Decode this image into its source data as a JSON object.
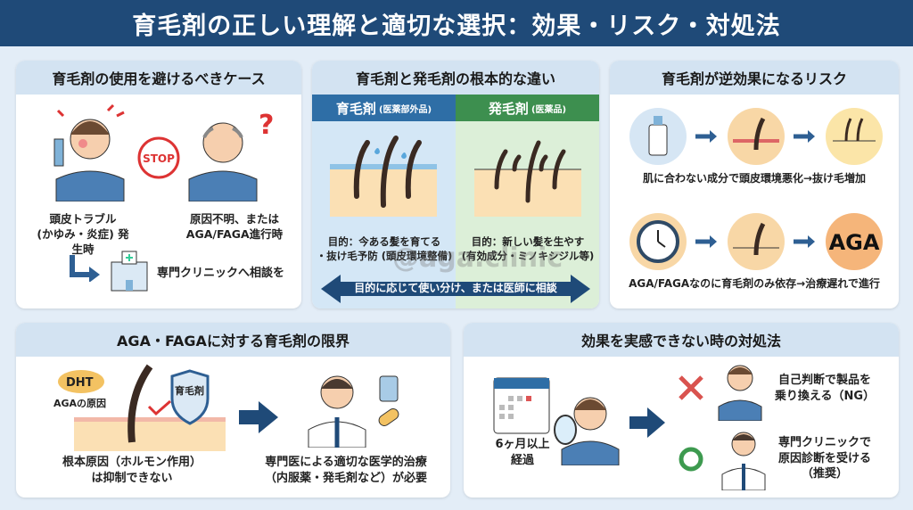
{
  "title": "育毛剤の正しい理解と適切な選択：効果・リスク・対処法",
  "watermark": "@aga.clinic",
  "panel1": {
    "title": "育毛剤の使用を避けるべきケース",
    "stop": "STOP",
    "case1": "頭皮トラブル\n(かゆみ・炎症) 発生時",
    "case2": "原因不明、または\nAGA/FAGA進行時",
    "action": "専門クリニックへ相談を"
  },
  "panel2": {
    "title": "育毛剤と発毛剤の根本的な違い",
    "left_head": "育毛剤",
    "left_sub": "(医薬部外品)",
    "right_head": "発毛剤",
    "right_sub": "(医薬品)",
    "left_text": "目的：今ある髪を育てる\n・抜け毛予防 (頭皮環境整備)",
    "right_text": "目的：新しい髪を生やす\n(有効成分・ミノキシジル等)",
    "arrow_text": "目的に応じて使い分け、または医師に相談"
  },
  "panel3": {
    "title": "育毛剤が逆効果になるリスク",
    "risk1": "肌に合わない成分で頭皮環境悪化→抜け毛増加",
    "aga": "AGA",
    "risk2": "AGA/FAGAなのに育毛剤のみ依存→治療遅れで進行"
  },
  "panel4": {
    "title": "AGA・FAGAに対する育毛剤の限界",
    "dht": "DHT",
    "cause": "AGAの原因",
    "shield": "育毛剤",
    "left_text": "根本原因（ホルモン作用）\nは抑制できない",
    "right_text": "専門医による適切な医学的治療\n（内服薬・発毛剤など）が必要"
  },
  "panel5": {
    "title": "効果を実感できない時の対処法",
    "elapsed": "6ヶ月以上\n経過",
    "ng": "自己判断で製品を\n乗り換える（NG）",
    "ok": "専門クリニックで\n原因診断を受ける\n（推奨）"
  },
  "colors": {
    "header": "#1f4a78",
    "panel_head": "#d3e3f2",
    "ikumo": "#2e6ea6",
    "hatsumo": "#3d8f4f",
    "arrow": "#1f4a78"
  }
}
